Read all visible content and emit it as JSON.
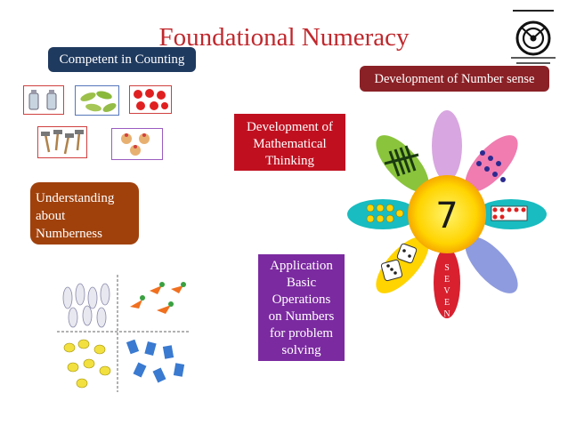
{
  "title": "Foundational Numeracy",
  "tags": {
    "counting": "Competent in Counting",
    "number_sense": "Development of Number sense",
    "math_thinking": [
      "Development of",
      "Mathematical",
      "Thinking"
    ],
    "numberness": [
      "Understanding",
      "about",
      "Numberness"
    ],
    "application": [
      "Application",
      "Basic",
      "Operations",
      "on Numbers",
      "for problem",
      "solving"
    ]
  },
  "flower": {
    "center_number": "7",
    "seven_letters": [
      "S",
      "E",
      "V",
      "E",
      "N"
    ]
  },
  "icons": {
    "logo": "ncert-logo-icon",
    "counting_images": [
      "bottles-icon",
      "pods-icon",
      "strawberries-icon",
      "hammers-icon",
      "cupcakes-icon"
    ],
    "petals": [
      "tally-marks-icon",
      "stars-icon",
      "ten-frame-icon",
      "dice-icon",
      "dots-icon"
    ],
    "quadrants": [
      "rabbits-icon",
      "carrots-icon",
      "ducks-icon",
      "shirts-icon"
    ]
  },
  "colors": {
    "title": "#c0282d",
    "counting_tag": "#1f3a5f",
    "number_sense_tag": "#8a2126",
    "math_thinking_tag": "#c01020",
    "numberness_tag": "#a0410c",
    "application_tag": "#7b2aa0"
  }
}
